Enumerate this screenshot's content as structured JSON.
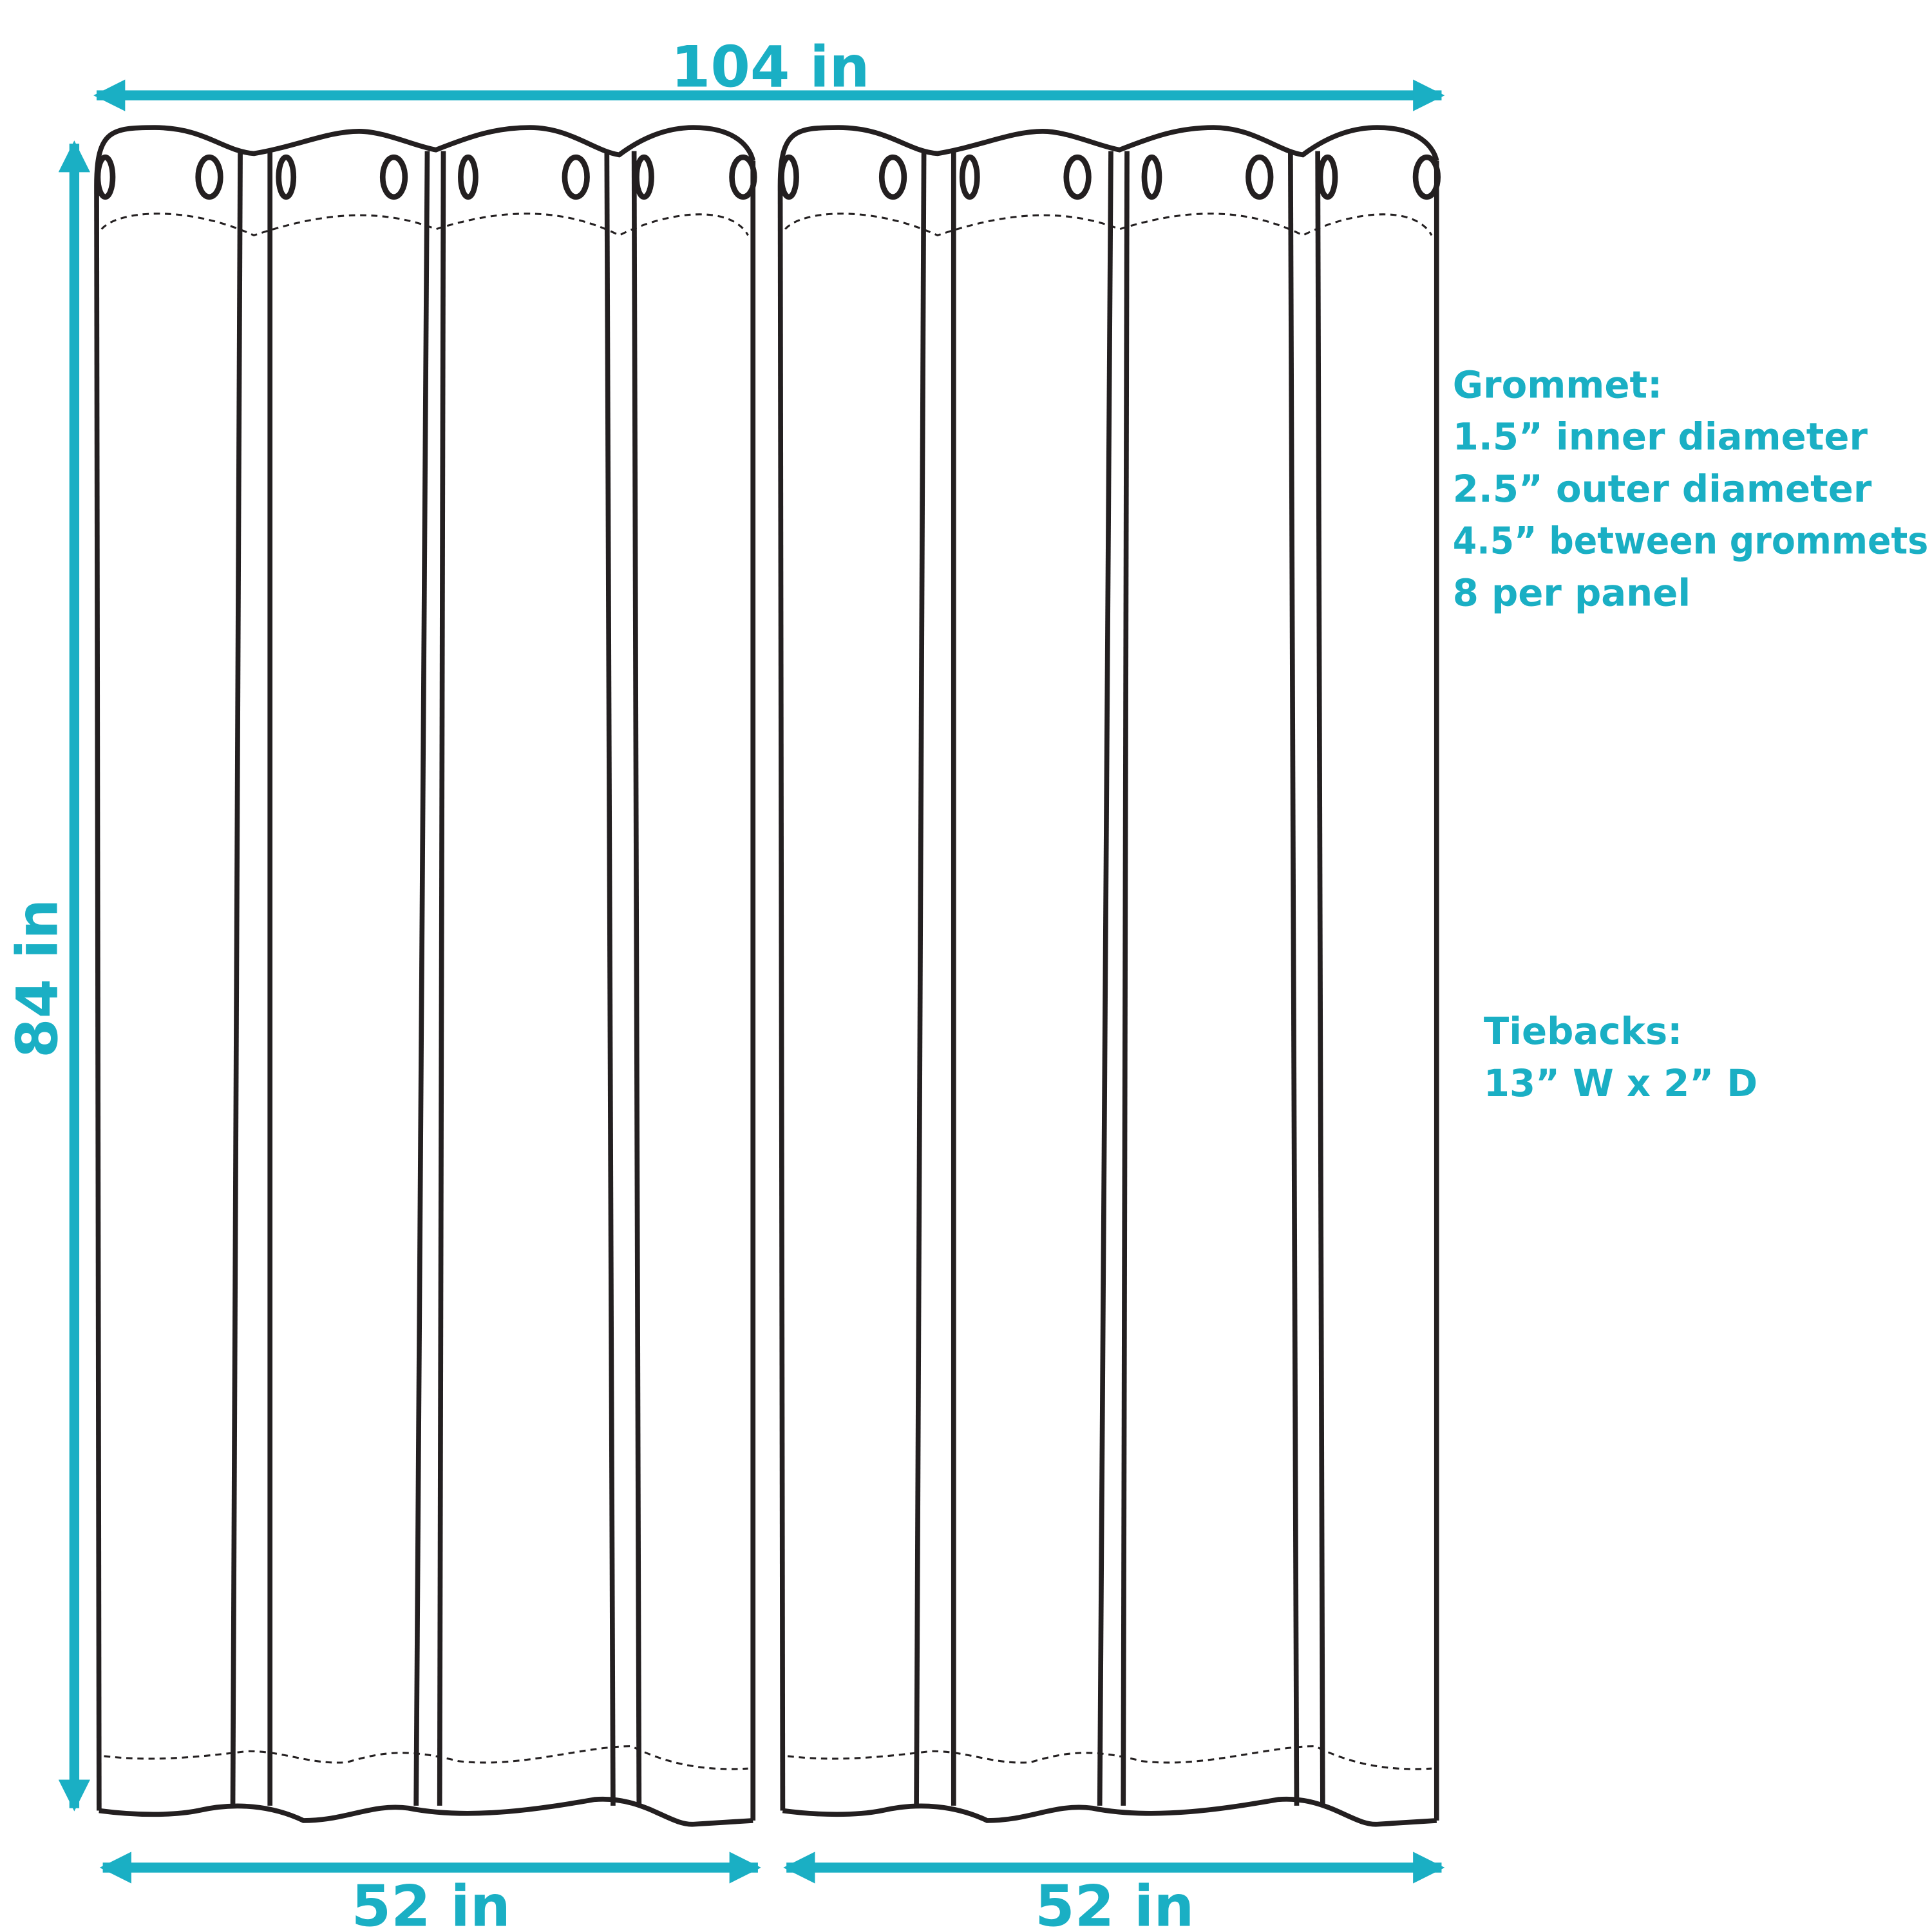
{
  "colors": {
    "accent": "#1AAFC4",
    "outline": "#231F20",
    "background": "#FFFFFF"
  },
  "dimensions": {
    "total_width": "104 in",
    "height": "84 in",
    "panel_widths": [
      "52 in",
      "52 in"
    ]
  },
  "grommet_spec": {
    "title": "Grommet:",
    "lines": [
      "1.5” inner diameter",
      "2.5” outer diameter",
      "4.5” between grommets",
      "8 per panel"
    ]
  },
  "tieback_spec": {
    "title": "Tiebacks:",
    "lines": [
      "13” W x 2” D"
    ]
  },
  "panels": [
    {
      "grommets": 8
    },
    {
      "grommets": 8
    }
  ]
}
